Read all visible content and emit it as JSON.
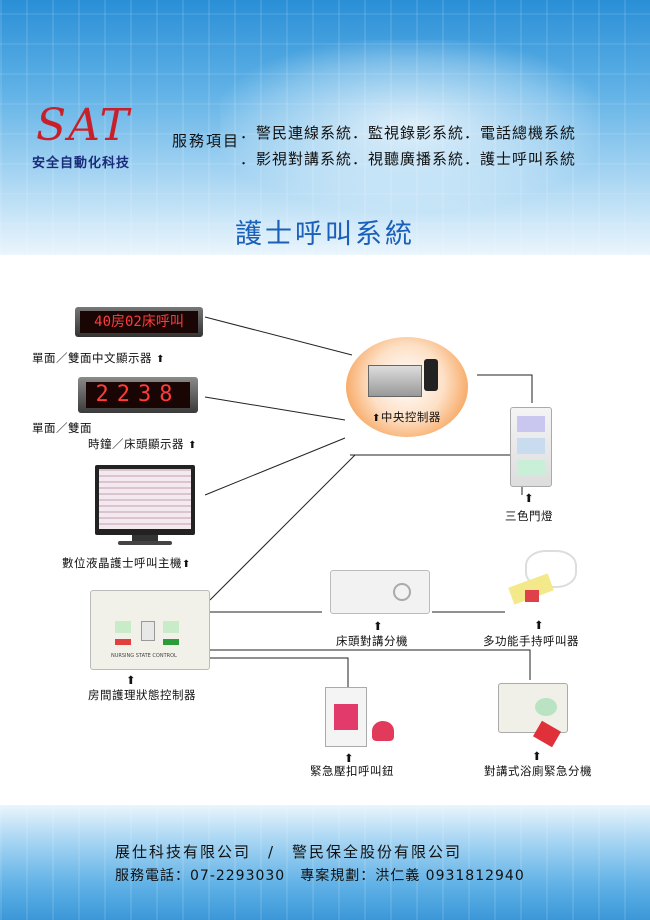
{
  "header": {
    "logo_text": "SAT",
    "logo_subtitle": "安全自動化科技",
    "services_label": "服務項目",
    "services_line1": "．警民連線系統．監視錄影系統．電話總機系統",
    "services_line2": "．影視對講系統．視聽廣播系統．護士呼叫系統",
    "title": "護士呼叫系統"
  },
  "devices": {
    "led_display_text": "40房02床呼叫",
    "clock_display_text": "2238",
    "control_panel_label": "NURSING STATE CONTROL",
    "label_led": "單面／雙面中文顯示器",
    "label_clock_line1": "單面／雙面",
    "label_clock_line2": "時鐘／床頭顯示器",
    "label_monitor": "數位液晶護士呼叫主機",
    "label_central": "中央控制器",
    "label_door_light": "三色門燈",
    "label_bedside": "床頭對講分機",
    "label_handset": "多功能手持呼叫器",
    "label_room_panel": "房間護理狀態控制器",
    "label_emergency": "緊急壓扣呼叫鈕",
    "label_bathroom": "對講式浴廁緊急分機"
  },
  "footer": {
    "companies": "展仕科技有限公司　/　警民保全股份有限公司",
    "contact": "服務電話：07-2293030　專案規劃：洪仁義 0931812940"
  },
  "colors": {
    "header_blue": "#2a8fd6",
    "title_blue": "#1a5fb8",
    "logo_red": "#c8202a",
    "led_red": "#ff3b3b"
  }
}
